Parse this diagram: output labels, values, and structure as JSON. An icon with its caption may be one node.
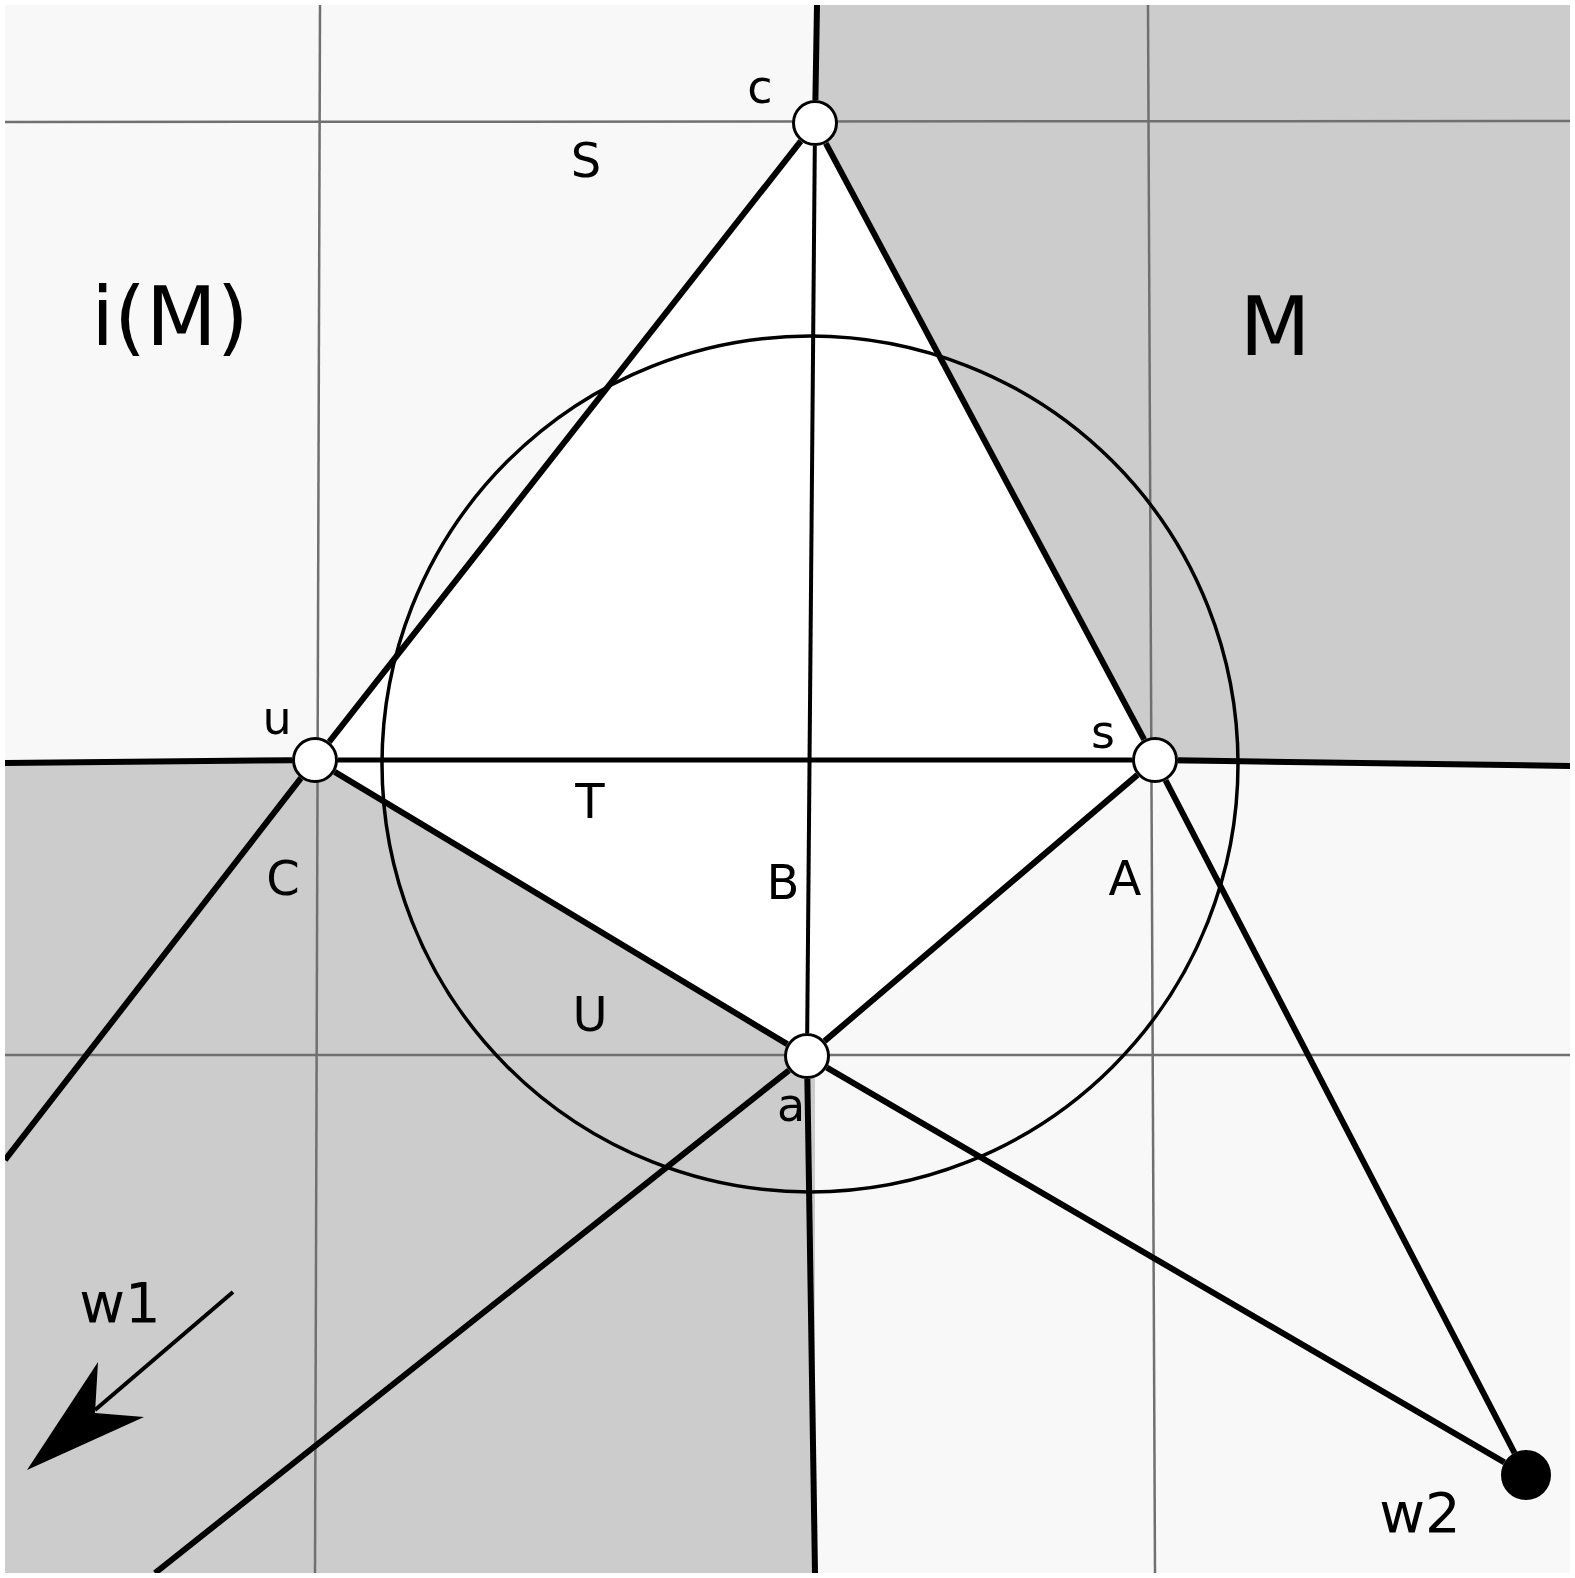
{
  "diagram": {
    "nodes": [
      {
        "text": [],
        "shape": "circle",
        "beside": [
          "c"
        ]
      },
      {
        "text": [],
        "shape": "circle",
        "beside": [
          "u"
        ]
      },
      {
        "text": [],
        "shape": "circle",
        "beside": [
          "s"
        ]
      },
      {
        "text": [],
        "shape": "circle",
        "beside": [
          "a"
        ]
      },
      {
        "text": [],
        "shape": "circle",
        "beside": [
          "w2"
        ]
      }
    ],
    "edges": [
      {
        "from": null,
        "to": 0,
        "arrow": "none"
      },
      {
        "from": 0,
        "to": 1,
        "arrow": "none"
      },
      {
        "from": 0,
        "to": 2,
        "arrow": "none"
      },
      {
        "from": 0,
        "to": 3,
        "arrow": "none"
      },
      {
        "from": null,
        "to": 1,
        "arrow": "none"
      },
      {
        "from": 1,
        "to": 2,
        "arrow": "none"
      },
      {
        "from": 2,
        "to": null,
        "arrow": "none"
      },
      {
        "from": 1,
        "to": null,
        "arrow": "none"
      },
      {
        "from": 1,
        "to": 3,
        "arrow": "none"
      },
      {
        "from": 2,
        "to": 3,
        "arrow": "none"
      },
      {
        "from": 3,
        "to": null,
        "arrow": "none"
      },
      {
        "from": 3,
        "to": null,
        "arrow": "none"
      },
      {
        "from": 3,
        "to": 4,
        "arrow": "none"
      },
      {
        "from": 2,
        "to": 4,
        "arrow": "none"
      }
    ],
    "labels": [
      "S",
      "i(M)",
      "M",
      "T",
      "C",
      "B",
      "A",
      "U",
      "w1"
    ]
  }
}
